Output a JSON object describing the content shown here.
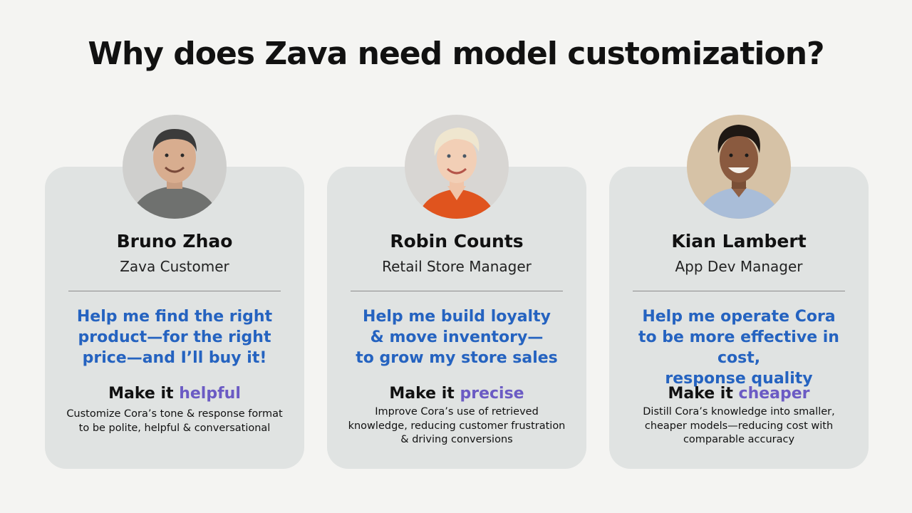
{
  "title": "Why does Zava need model customization?",
  "colors": {
    "background": "#f4f4f2",
    "card": "#e0e3e2",
    "quote_blue": "#2563c0",
    "accent_purple": "#6b5bc4"
  },
  "personas": [
    {
      "name": "Bruno Zhao",
      "role": "Zava Customer",
      "photo": "portrait-photo",
      "quote_lines": [
        "Help me find the right",
        "product—for the right",
        "price—and I’ll buy it!"
      ],
      "make_prefix": "Make it",
      "make_word": "helpful",
      "desc_lines": [
        "Customize Cora’s tone & response format",
        "to be polite, helpful & conversational"
      ]
    },
    {
      "name": "Robin Counts",
      "role": "Retail Store Manager",
      "photo": "portrait-photo",
      "quote_lines": [
        "Help me build loyalty",
        "& move inventory—",
        "to grow my store sales"
      ],
      "make_prefix": "Make it",
      "make_word": "precise",
      "desc_lines": [
        "Improve Cora’s use of retrieved",
        "knowledge, reducing customer frustration",
        "& driving conversions"
      ]
    },
    {
      "name": "Kian Lambert",
      "role": "App Dev Manager",
      "photo": "portrait-photo",
      "quote_lines": [
        "Help me operate Cora",
        "to be more effective in cost,",
        "response quality"
      ],
      "make_prefix": "Make it",
      "make_word": "cheaper",
      "desc_lines": [
        "Distill Cora’s knowledge into smaller,",
        "cheaper models—reducing cost with",
        "comparable accuracy"
      ]
    }
  ]
}
